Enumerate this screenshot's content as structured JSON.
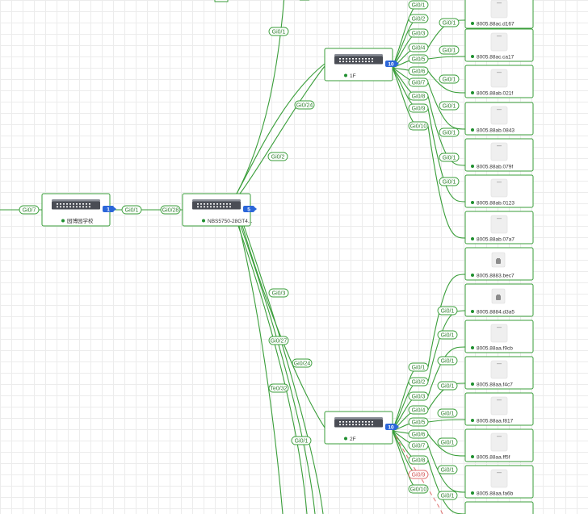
{
  "canvas": {
    "grid": true,
    "wire_color": "#3a9e3a",
    "alert_wire_color": "#e07070",
    "status_color": "#1f8f2f",
    "badge_color": "#2b66d9"
  },
  "devices": {
    "gateway": {
      "label": "园博园学校",
      "port_count": "1",
      "icon": "switch-icon"
    },
    "core": {
      "label": "NBS5750-28GT4...",
      "port_count": "5",
      "icon": "switch-icon"
    },
    "floor1": {
      "label": "1F",
      "port_count": "10",
      "icon": "switch-icon"
    },
    "floor2": {
      "label": "2F",
      "port_count": "10",
      "icon": "switch-icon"
    }
  },
  "links": {
    "uplink": [
      "Gi0/7",
      "Gi0/1",
      "Gi0/28"
    ],
    "core_up": [
      "Gi0/1",
      "Gi0/24",
      "Gi0/2"
    ],
    "core_down": [
      "Gi0/3",
      "Gi0/27",
      "Gi0/24",
      "Te0/32",
      "Gi0/1"
    ]
  },
  "floor1_ports": [
    "Gi0/1",
    "Gi0/2",
    "Gi0/3",
    "Gi0/4",
    "Gi0/5",
    "Gi0/6",
    "Gi0/7",
    "Gi0/8",
    "Gi0/9",
    "Gi0/10"
  ],
  "floor1_ap_ports": [
    "Gi0/1",
    "Gi0/1",
    "Gi0/1",
    "Gi0/1",
    "Gi0/1",
    "Gi0/1",
    "Gi0/1"
  ],
  "floor2_ports": [
    "Gi0/1",
    "Gi0/2",
    "Gi0/3",
    "Gi0/4",
    "Gi0/5",
    "Gi0/6",
    "Gi0/7",
    "Gi0/8",
    "Gi0/9",
    "Gi0/10"
  ],
  "floor2_ap_ports": [
    "Gi0/1",
    "Gi0/1",
    "Gi0/1",
    "Gi0/1",
    "Gi0/1",
    "Gi0/1",
    "Gi0/1",
    "Gi0/1"
  ],
  "access_points": [
    {
      "label": "8005.88ac.d167",
      "icon": "access-point-icon"
    },
    {
      "label": "8005.88ac.ca17",
      "icon": "access-point-icon"
    },
    {
      "label": "8005.88ab.021f",
      "icon": "access-point-icon"
    },
    {
      "label": "8005.88ab.0843",
      "icon": "access-point-icon"
    },
    {
      "label": "8005.88ab.079f",
      "icon": "access-point-icon"
    },
    {
      "label": "8005.88ab.0123",
      "icon": "access-point-icon"
    },
    {
      "label": "8005.88ab.07a7",
      "icon": "access-point-icon"
    },
    {
      "label": "8005.8883.bec7",
      "icon": "panel-ap-icon"
    },
    {
      "label": "8005.8884.d3a5",
      "icon": "panel-ap-icon"
    },
    {
      "label": "8005.88aa.f9cb",
      "icon": "access-point-icon"
    },
    {
      "label": "8005.88aa.f4c7",
      "icon": "access-point-icon"
    },
    {
      "label": "8005.88aa.f817",
      "icon": "access-point-icon"
    },
    {
      "label": "8005.88aa.ff5f",
      "icon": "access-point-icon"
    },
    {
      "label": "8005.88aa.fa6b",
      "icon": "access-point-icon"
    }
  ]
}
